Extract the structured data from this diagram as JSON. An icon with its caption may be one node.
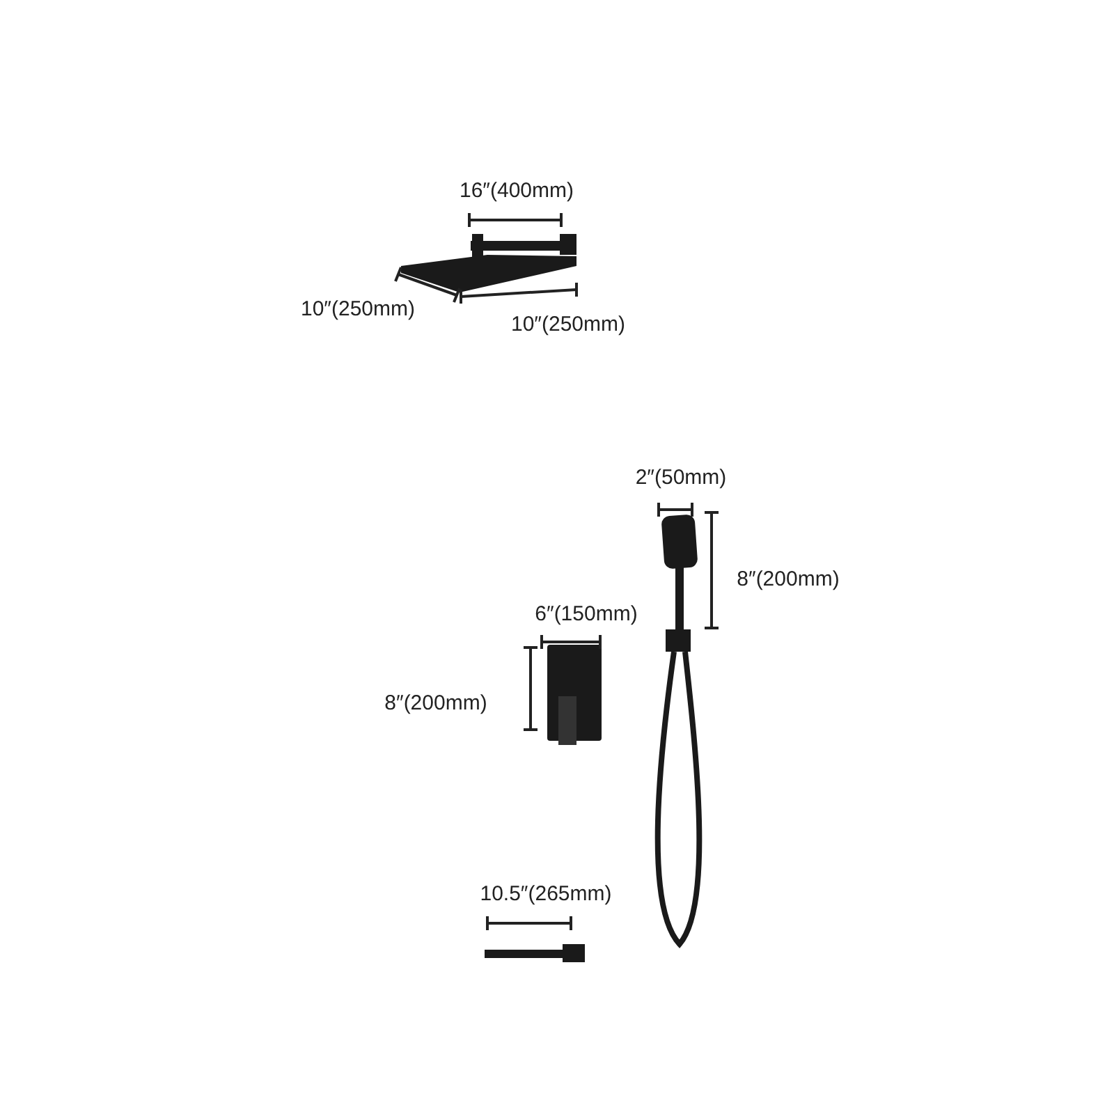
{
  "diagram": {
    "labels": [
      "16″(400mm)",
      "10″(250mm)",
      "10″(250mm)",
      "2″(50mm)",
      "8″(200mm)",
      "6″(150mm)",
      "8″(200mm)",
      "10.5″(265mm)"
    ]
  }
}
